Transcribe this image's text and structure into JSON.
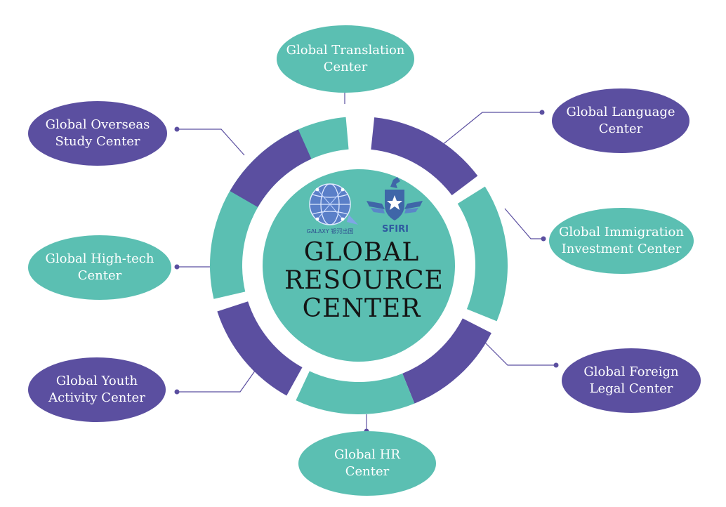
{
  "colors": {
    "teal": "#5bbfb2",
    "purple": "#5b4fa0",
    "connector": "#5b4fa0",
    "center_text": "#141414",
    "node_text": "#ffffff"
  },
  "center": {
    "title_lines": [
      "GLOBAL",
      "RESOURCE",
      "CENTER"
    ],
    "logos": {
      "left_caption": "GALAXY 银河出国",
      "right_caption": "SFIRI",
      "left_icon": "globe-network-icon",
      "right_icon": "eagle-shield-icon"
    }
  },
  "nodes": {
    "translation": {
      "lines": [
        "Global Translation",
        "Center"
      ],
      "color": "teal"
    },
    "language": {
      "lines": [
        "Global Language",
        "Center"
      ],
      "color": "purple"
    },
    "immigration": {
      "lines": [
        "Global Immigration",
        "Investment Center"
      ],
      "color": "teal"
    },
    "legal": {
      "lines": [
        "Global Foreign",
        "Legal Center"
      ],
      "color": "purple"
    },
    "hr": {
      "lines": [
        "Global HR",
        "Center"
      ],
      "color": "teal"
    },
    "youth": {
      "lines": [
        "Global Youth",
        "Activity Center"
      ],
      "color": "purple"
    },
    "hightech": {
      "lines": [
        "Global High-tech",
        "Center"
      ],
      "color": "teal"
    },
    "overseas": {
      "lines": [
        "Global Overseas",
        "Study Center"
      ],
      "color": "purple"
    }
  }
}
